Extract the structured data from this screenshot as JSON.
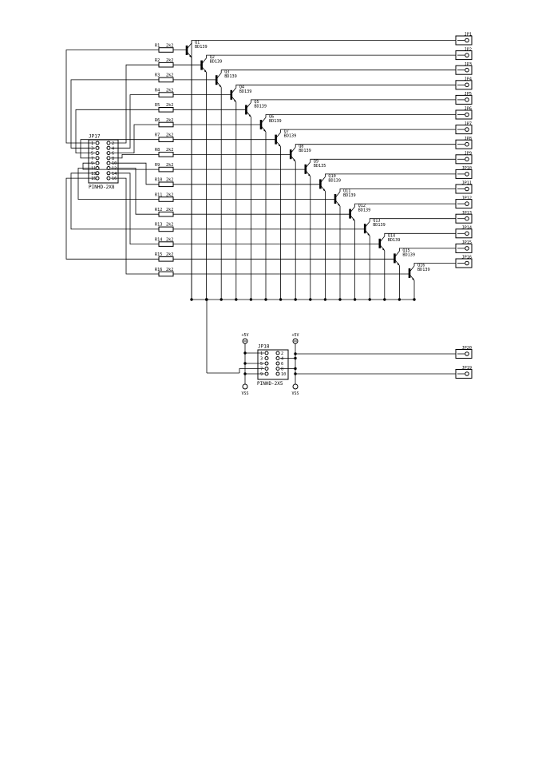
{
  "resistors": [
    {
      "ref": "R1",
      "value": "2k2"
    },
    {
      "ref": "R2",
      "value": "2k2"
    },
    {
      "ref": "R3",
      "value": "2k2"
    },
    {
      "ref": "R4",
      "value": "2k2"
    },
    {
      "ref": "R5",
      "value": "2k2"
    },
    {
      "ref": "R6",
      "value": "2k2"
    },
    {
      "ref": "R7",
      "value": "2k2"
    },
    {
      "ref": "R8",
      "value": "2k2"
    },
    {
      "ref": "R9",
      "value": "2k2"
    },
    {
      "ref": "R10",
      "value": "2k2"
    },
    {
      "ref": "R11",
      "value": "2k2"
    },
    {
      "ref": "R12",
      "value": "2k2"
    },
    {
      "ref": "R13",
      "value": "2k2"
    },
    {
      "ref": "R14",
      "value": "2k2"
    },
    {
      "ref": "R15",
      "value": "2k2"
    },
    {
      "ref": "R16",
      "value": "2k2"
    }
  ],
  "transistors": [
    {
      "ref": "Q1",
      "part": "BD139"
    },
    {
      "ref": "Q2",
      "part": "BD139"
    },
    {
      "ref": "Q3",
      "part": "BD139"
    },
    {
      "ref": "Q4",
      "part": "BD139"
    },
    {
      "ref": "Q5",
      "part": "BD139"
    },
    {
      "ref": "Q6",
      "part": "BD139"
    },
    {
      "ref": "Q7",
      "part": "BD139"
    },
    {
      "ref": "Q8",
      "part": "BD139"
    },
    {
      "ref": "Q9",
      "part": "BD135"
    },
    {
      "ref": "Q10",
      "part": "BD139"
    },
    {
      "ref": "Q11",
      "part": "BD139"
    },
    {
      "ref": "Q12",
      "part": "BD139"
    },
    {
      "ref": "Q13",
      "part": "BD139"
    },
    {
      "ref": "Q14",
      "part": "BD139"
    },
    {
      "ref": "Q15",
      "part": "BD139"
    },
    {
      "ref": "Q16",
      "part": "BD139"
    }
  ],
  "output_jumpers": [
    "JP1",
    "JP2",
    "JP3",
    "JP4",
    "JP5",
    "JP6",
    "JP7",
    "JP8",
    "JP9",
    "JP10",
    "JP11",
    "JP12",
    "JP13",
    "JP14",
    "JP15",
    "JP16"
  ],
  "header_main": {
    "ref": "JP17",
    "name": "PINHD-2X8",
    "pins": [
      "1",
      "2",
      "3",
      "4",
      "5",
      "6",
      "7",
      "8",
      "9",
      "10",
      "11",
      "12",
      "13",
      "14",
      "15",
      "16"
    ]
  },
  "header_power": {
    "ref": "JP18",
    "name": "PINHD-2X5",
    "pins": [
      "1",
      "2",
      "3",
      "4",
      "5",
      "6",
      "7",
      "8",
      "9",
      "10"
    ]
  },
  "power_jumpers": [
    "JP20",
    "JP19"
  ],
  "supply_labels": {
    "vplus": "+5V",
    "gnd": "VSS"
  }
}
